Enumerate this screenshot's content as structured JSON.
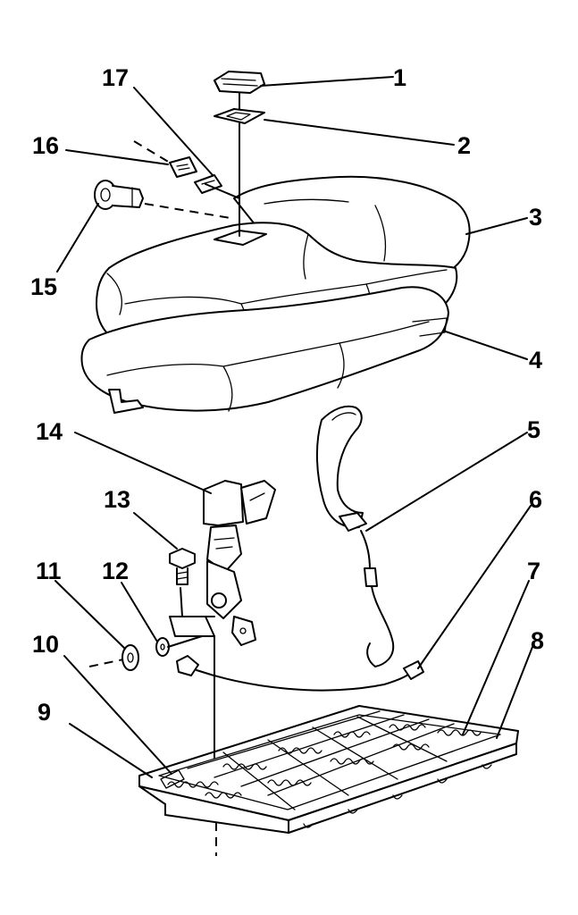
{
  "diagram": {
    "callouts": [
      {
        "id": "1",
        "label": "1"
      },
      {
        "id": "2",
        "label": "2"
      },
      {
        "id": "3",
        "label": "3"
      },
      {
        "id": "4",
        "label": "4"
      },
      {
        "id": "5",
        "label": "5"
      },
      {
        "id": "6",
        "label": "6"
      },
      {
        "id": "7",
        "label": "7"
      },
      {
        "id": "8",
        "label": "8"
      },
      {
        "id": "9",
        "label": "9"
      },
      {
        "id": "10",
        "label": "10"
      },
      {
        "id": "11",
        "label": "11"
      },
      {
        "id": "12",
        "label": "12"
      },
      {
        "id": "13",
        "label": "13"
      },
      {
        "id": "14",
        "label": "14"
      },
      {
        "id": "15",
        "label": "15"
      },
      {
        "id": "16",
        "label": "16"
      },
      {
        "id": "17",
        "label": "17"
      }
    ],
    "colors": {
      "line": "#000000",
      "background": "#ffffff"
    }
  }
}
